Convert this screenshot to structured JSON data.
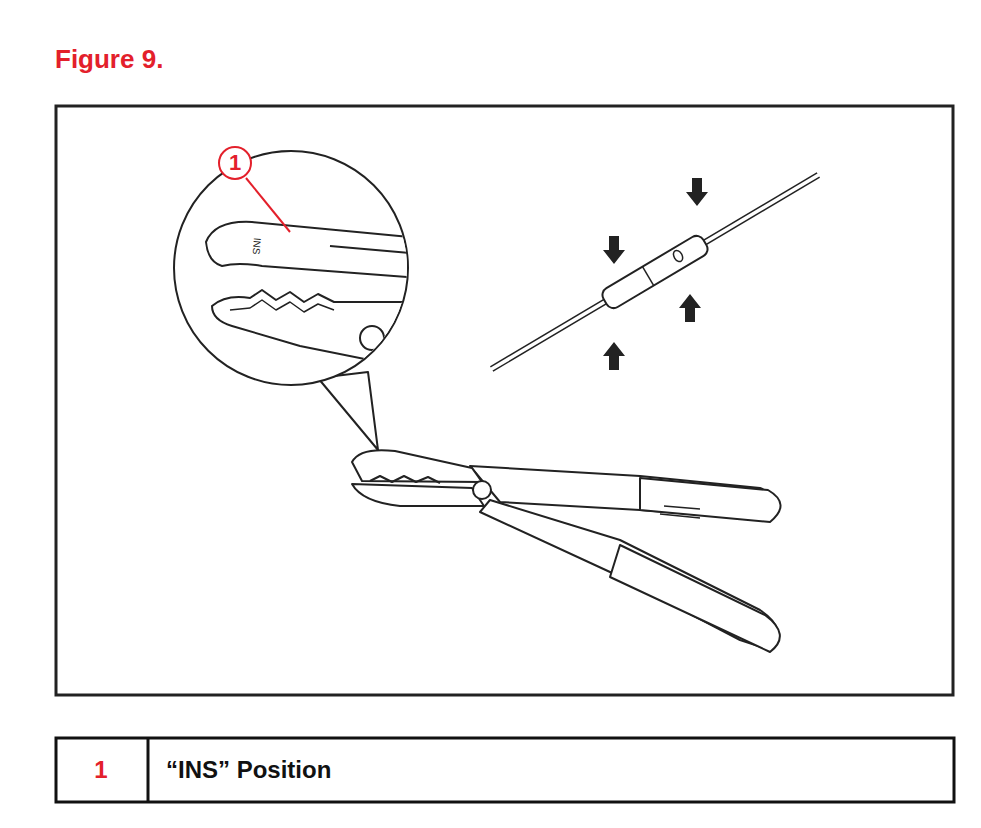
{
  "diagram": {
    "title": "Figure 9.",
    "nodes": [
      {
        "text": [
          "1"
        ]
      }
    ],
    "labels": [
      "INS",
      "1",
      "“INS” Position"
    ]
  }
}
